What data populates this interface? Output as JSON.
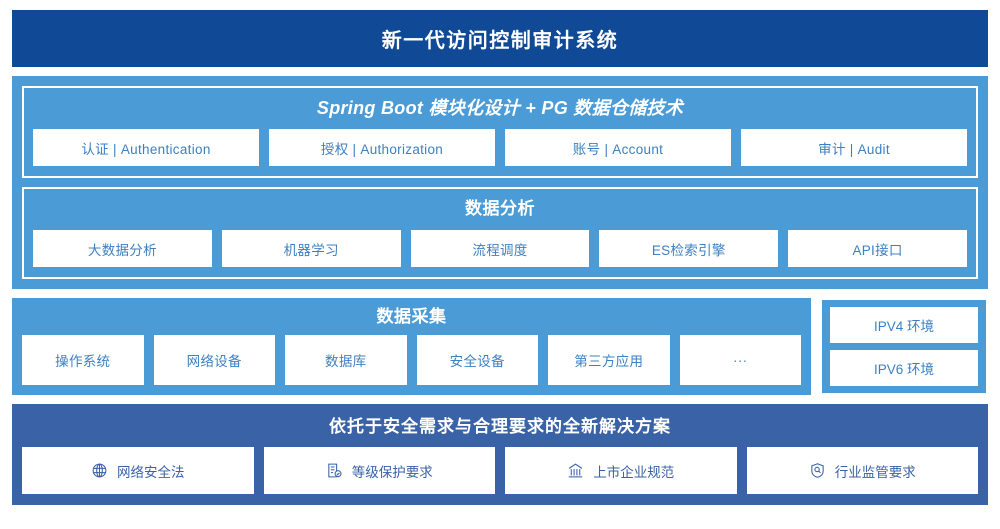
{
  "header": {
    "title": "新一代访问控制审计系统",
    "bg_color": "#104A96"
  },
  "colors": {
    "header_blue": "#104A96",
    "panel_blue": "#4A9BD6",
    "footer_blue": "#3A62A6",
    "tile_text_blue": "#3D80C2",
    "footer_tile_text": "#3A62A6",
    "tile_bg": "#FFFFFF"
  },
  "sections": {
    "application": {
      "title": "Spring Boot 模块化设计 + PG 数据仓储技术",
      "tiles": [
        {
          "label": "认证 | Authentication"
        },
        {
          "label": "授权 | Authorization"
        },
        {
          "label": "账号 | Account"
        },
        {
          "label": "审计 | Audit"
        }
      ]
    },
    "analysis": {
      "title": "数据分析",
      "tiles": [
        {
          "label": "大数据分析"
        },
        {
          "label": "机器学习"
        },
        {
          "label": "流程调度"
        },
        {
          "label": "ES检索引擎"
        },
        {
          "label": "API接口"
        }
      ]
    },
    "collection": {
      "title": "数据采集",
      "tiles": [
        {
          "label": "操作系统"
        },
        {
          "label": "网络设备"
        },
        {
          "label": "数据库"
        },
        {
          "label": "安全设备"
        },
        {
          "label": "第三方应用"
        },
        {
          "label": "···"
        }
      ]
    },
    "environment": {
      "tiles": [
        {
          "label": "IPV4 环境"
        },
        {
          "label": "IPV6 环境"
        }
      ]
    },
    "compliance": {
      "title": "依托于安全需求与合理要求的全新解决方案",
      "tiles": [
        {
          "label": "网络安全法",
          "icon": "globe-icon"
        },
        {
          "label": "等级保护要求",
          "icon": "document-check-icon"
        },
        {
          "label": "上市企业规范",
          "icon": "bank-icon"
        },
        {
          "label": "行业监管要求",
          "icon": "shield-search-icon"
        }
      ]
    }
  }
}
